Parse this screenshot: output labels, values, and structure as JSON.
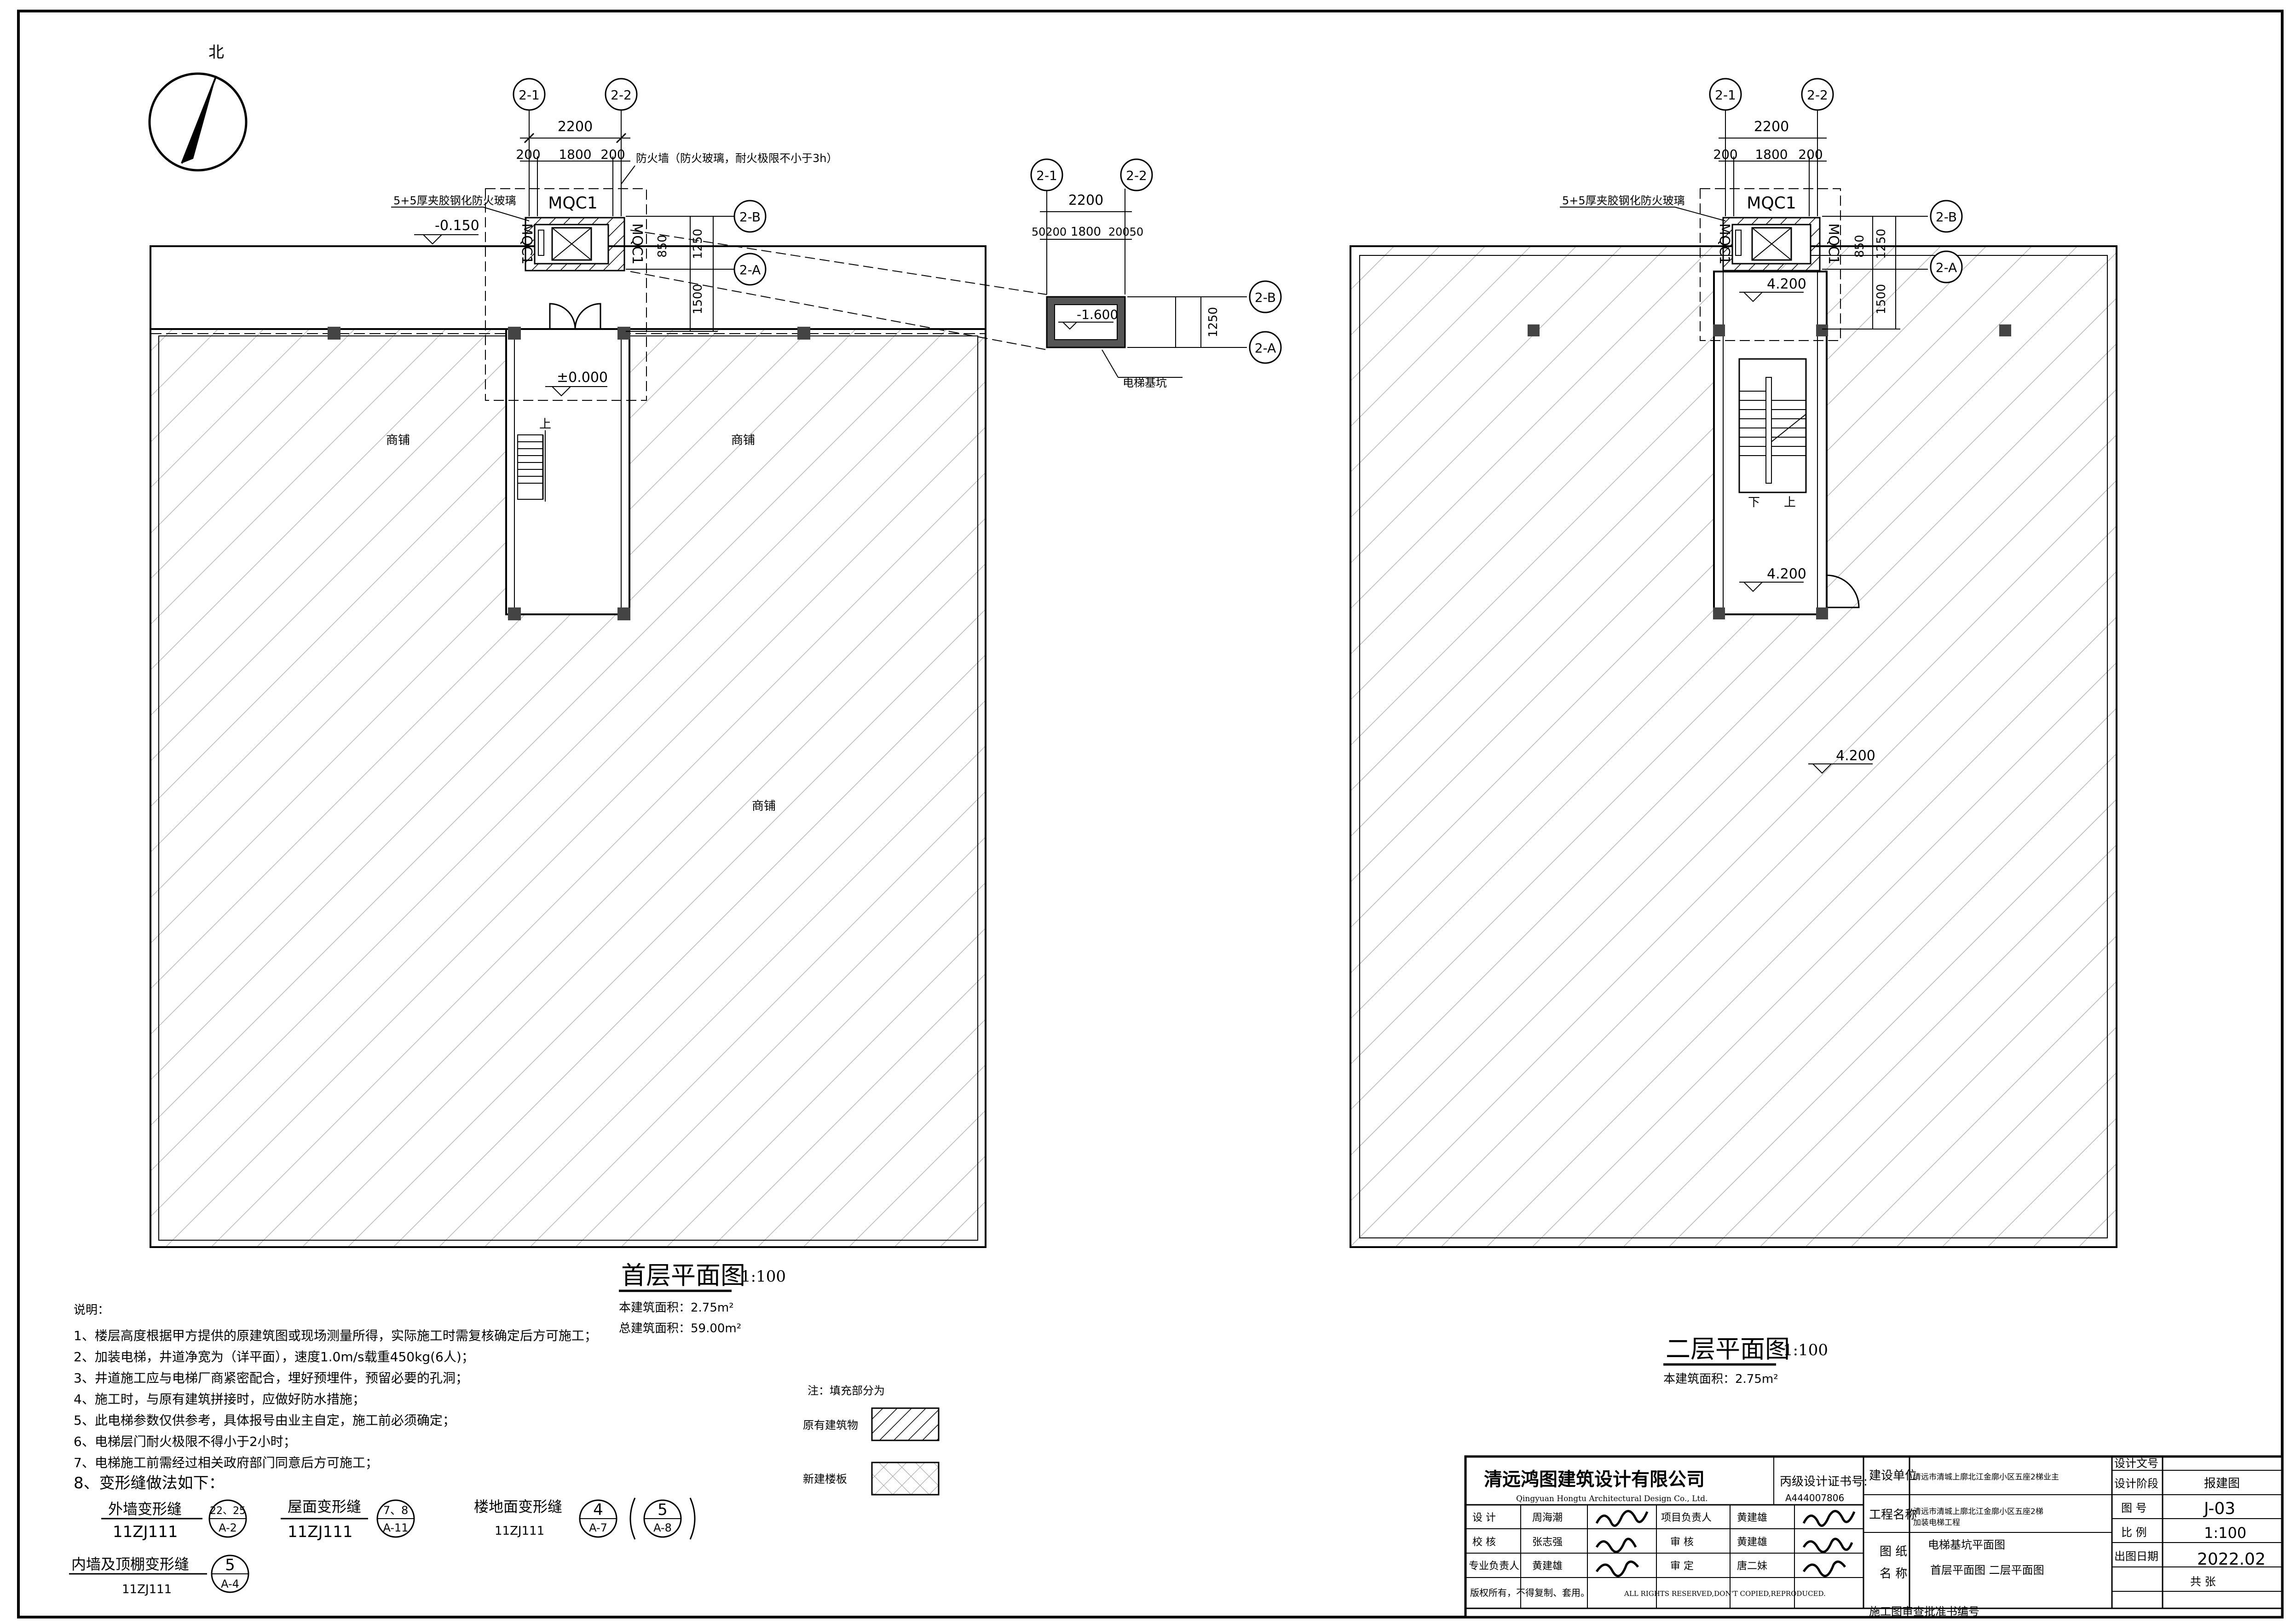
{
  "north": {
    "label": "北"
  },
  "ground": {
    "title": "首层平面图",
    "scale": "1:100",
    "area_new": "本建筑面积：2.75m²",
    "area_total": "总建筑面积：59.00m²",
    "shop_labels": [
      "商铺",
      "商铺",
      "商铺"
    ],
    "elev_top": "-0.150",
    "elev_zero": "±0.000",
    "elev_pit": "-1.600",
    "stair_up": "上",
    "glass_note": "5+5厚夹胶钢化防火玻璃",
    "fire_wall_note": "防火墙（防火玻璃，耐火极限不小于3h）",
    "door_code": "MQC1",
    "pit_label": "电梯基坑",
    "dims": {
      "total": "2200",
      "left": "200",
      "mid": "1800",
      "right": "200",
      "d850": "850",
      "d1250": "1250",
      "d1500": "1500"
    },
    "pit_dims": {
      "total": "2200",
      "left": "50200",
      "mid": "1800",
      "right": "20050",
      "v1250": "1250"
    }
  },
  "second": {
    "title": "二层平面图",
    "scale": "1:100",
    "area_new": "本建筑面积：2.75m²",
    "elev": "4.200",
    "stair_down": "下",
    "stair_up": "上",
    "glass_note": "5+5厚夹胶钢化防火玻璃",
    "door_code": "MQC1"
  },
  "axes": {
    "a1": "2-1",
    "a2": "2-2",
    "b": "2-B",
    "a": "2-A"
  },
  "notes": {
    "heading": "说明：",
    "items": [
      "1、楼层高度根据甲方提供的原建筑图或现场测量所得，实际施工时需复核确定后方可施工；",
      "2、加装电梯，井道净宽为（详平面），速度1.0m/s载重450kg(6人)；",
      "3、井道施工应与电梯厂商紧密配合，埋好预埋件，预留必要的孔洞；",
      "4、施工时，与原有建筑拼接时，应做好防水措施；",
      "5、此电梯参数仅供参考，具体报号由业主自定，施工前必须确定；",
      "6、电梯层门耐火极限不得小于2小时；",
      "7、电梯施工前需经过相关政府部门同意后方可施工；",
      "8、变形缝做法如下："
    ],
    "outer_wall": "外墙变形缝",
    "roof": "屋面变形缝",
    "floor": "楼地面变形缝",
    "inner": "内墙及顶棚变形缝",
    "atlas": "11ZJ111",
    "ref1_top": "22、25",
    "ref1_bot": "A-2",
    "ref2_top": "7、8",
    "ref2_bot": "A-11",
    "ref3_top": "4",
    "ref3_bot": "A-7",
    "ref4_top": "5",
    "ref4_bot": "A-8",
    "ref5_top": "5",
    "ref5_bot": "A-4"
  },
  "legend": {
    "heading": "注：填充部分为",
    "existing": "原有建筑物",
    "new": "新建楼板"
  },
  "title_block": {
    "company": "清远鸿图建筑设计有限公司",
    "company_en": "Qingyuan  Hongtu Architectural Design Co., Ltd.",
    "cert_label": "丙级设计证书号:",
    "cert_no": "A444007806",
    "client_label": "建设单位",
    "client": "清远市清城上廓北江金廓小区五座2梯业主",
    "design_doc_label": "设计文号",
    "stage_label": "设计阶段",
    "stage": "报建图",
    "project_label": "工程名称",
    "project_1": "清远市清城上廓北江金廓小区五座2梯",
    "project_2": "加装电梯工程",
    "sheet_no_label": "图  号",
    "sheet_no": "J-03",
    "drawing_label_1": "图  纸",
    "drawing_label_2": "名  称",
    "drawing_1": "电梯基坑平面图",
    "drawing_2": "首层平面图        二层平面图",
    "scale_label": "比  例",
    "scale": "1:100",
    "date_label": "出图日期",
    "date": "2022.02",
    "count_label": "共    张",
    "design_label": "设    计",
    "design_name": "周海潮",
    "check_label": "校    核",
    "check_name": "张志强",
    "prof_label": "专业负责人",
    "prof_name": "黄建雄",
    "pm_label": "项目负责人",
    "pm_name": "黄建雄",
    "review_label": "审    核",
    "review_name": "黄建雄",
    "approve_label": "审    定",
    "approve_name": "唐二妹",
    "copyright_cn": "版权所有，不得复制、套用。",
    "copyright_en": "ALL RIGHTS RESERVED,DON'T COPIED,REPRODUCED.",
    "review_cert": "施工图审查批准书编号"
  }
}
